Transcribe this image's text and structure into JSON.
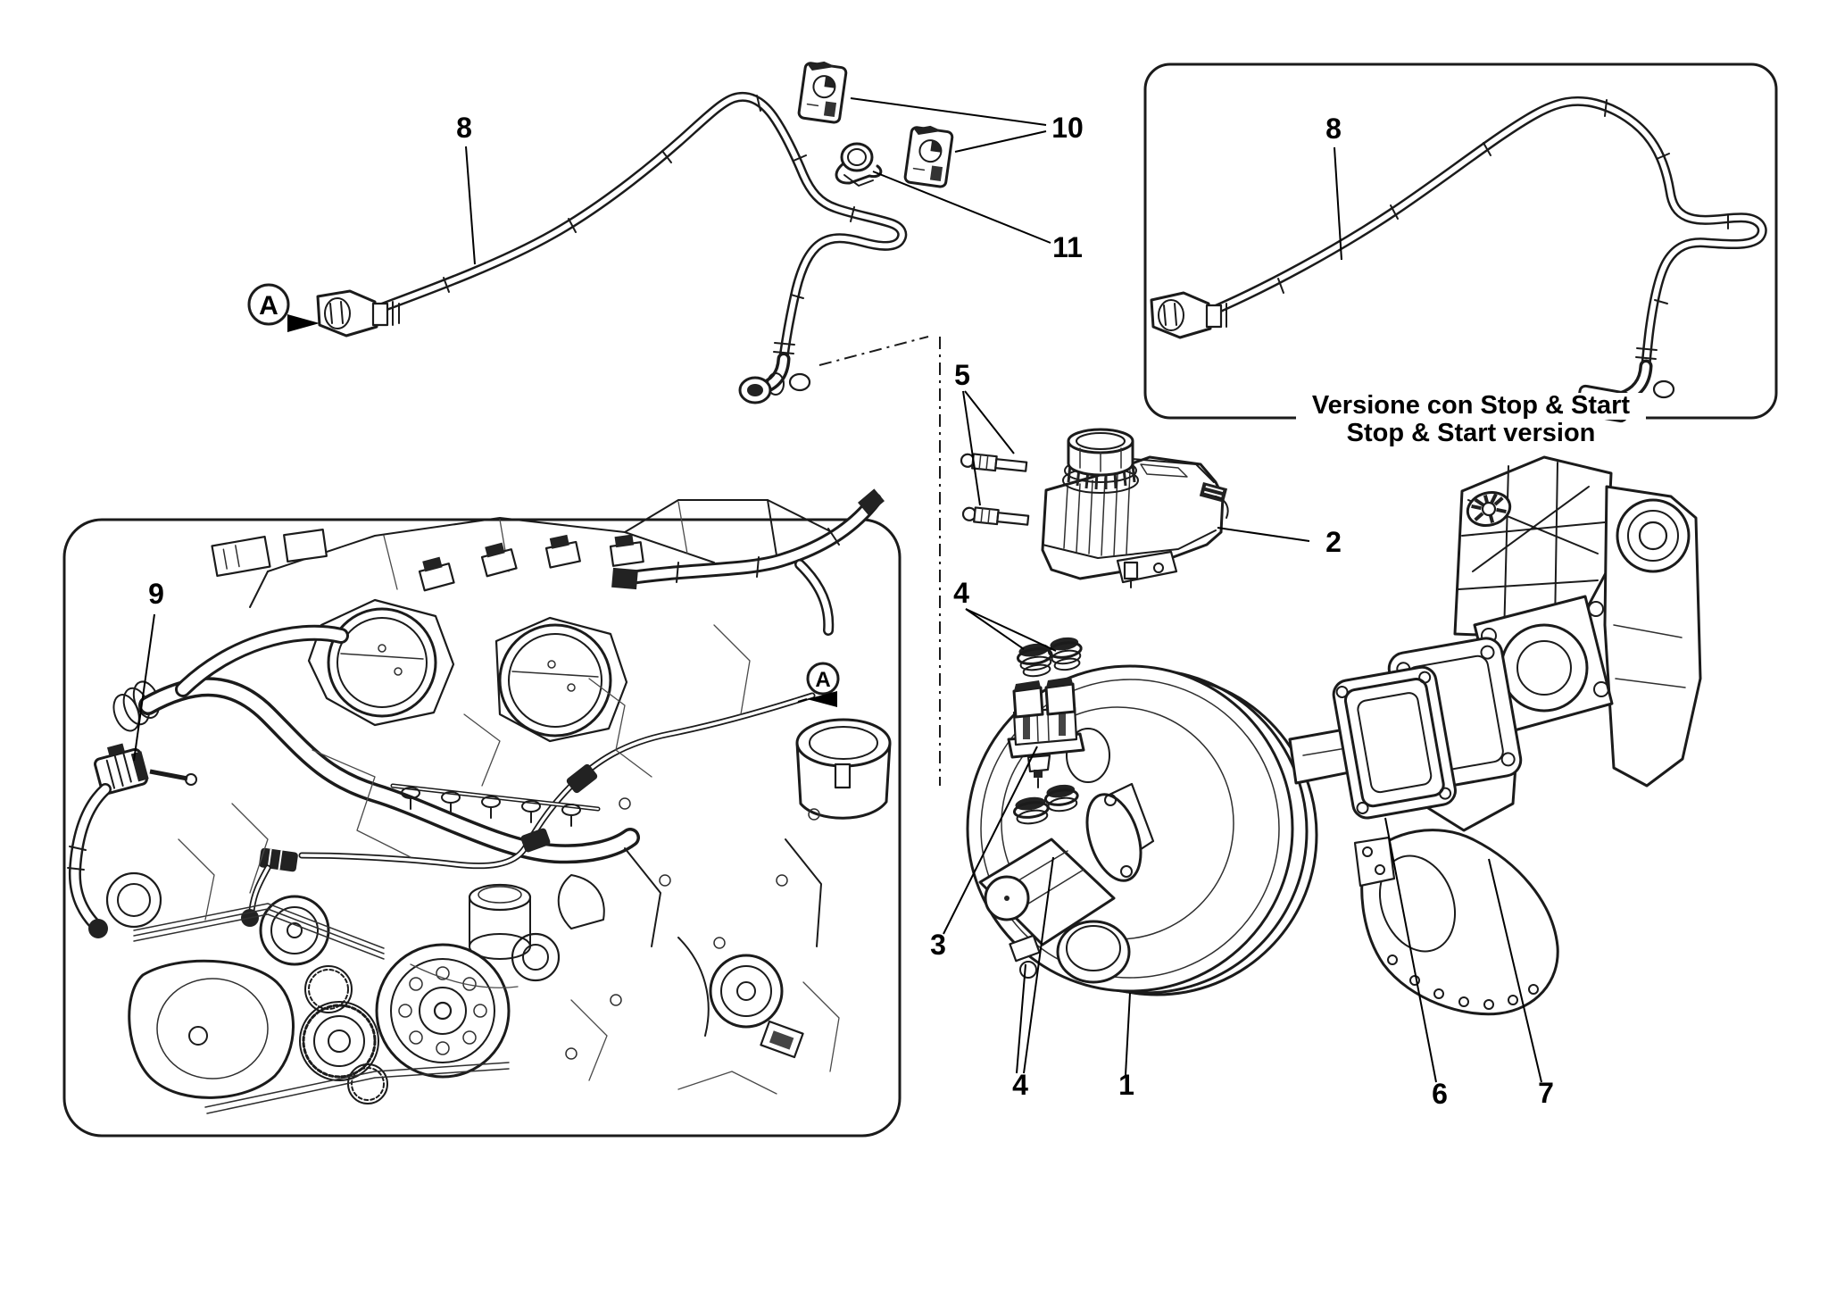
{
  "page": {
    "background": "#ffffff",
    "line_color": "#1b1b1b",
    "label_color": "#000000",
    "type": "exploded-parts-diagram"
  },
  "callouts": {
    "n1": "1",
    "n2": "2",
    "n3": "3",
    "n4": "4",
    "n5": "5",
    "n6": "6",
    "n7": "7",
    "n8": "8",
    "n9": "9",
    "n10": "10",
    "n11": "11"
  },
  "view_marker": {
    "letter": "A"
  },
  "variant_caption": {
    "line1": "Versione con Stop & Start",
    "line2": "Stop & Start version"
  }
}
